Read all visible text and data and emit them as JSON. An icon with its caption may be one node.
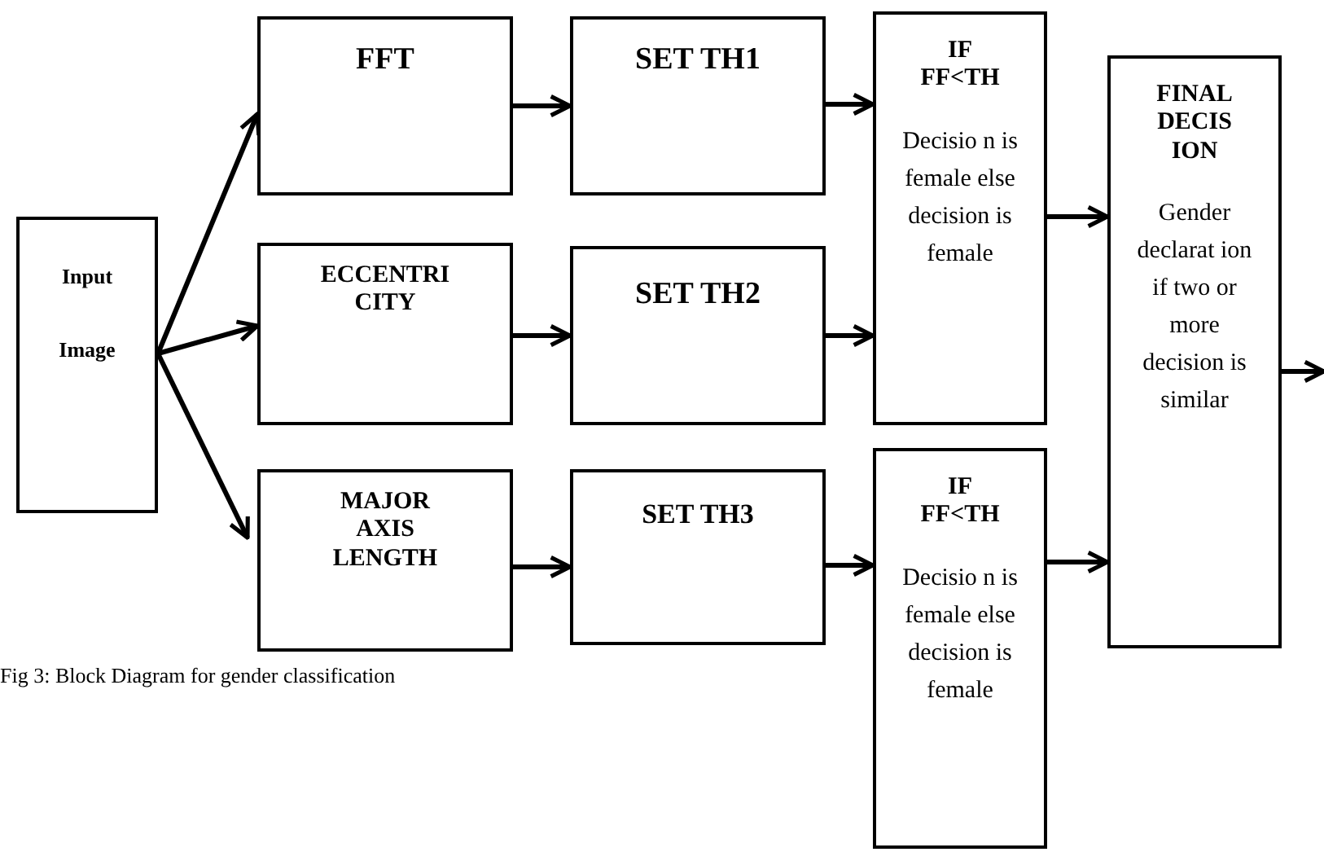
{
  "diagram": {
    "caption": "Fig 3: Block Diagram for gender classification",
    "nodes": [
      {
        "text": [
          "Input",
          "Image"
        ]
      },
      {
        "text": [
          "FFT"
        ]
      },
      {
        "text": [
          "ECCENTRI CITY"
        ]
      },
      {
        "text": [
          "MAJOR AXIS LENGTH"
        ]
      },
      {
        "text": [
          "SET TH1"
        ]
      },
      {
        "text": [
          "SET TH2"
        ]
      },
      {
        "text": [
          "SET TH3"
        ]
      },
      {
        "text": [
          "IF FF<TH",
          "Decisio n is female else decision is female"
        ]
      },
      {
        "text": [
          "IF FF<TH",
          "Decisio n is female else decision is female"
        ]
      },
      {
        "text": [
          "FINAL DECIS ION",
          "Gender declarat ion if two or more decision is similar"
        ]
      }
    ],
    "edges": [
      {
        "from": 0,
        "to": 1,
        "arrow": "to"
      },
      {
        "from": 0,
        "to": 2,
        "arrow": "to"
      },
      {
        "from": 0,
        "to": 3,
        "arrow": "to"
      },
      {
        "from": 1,
        "to": 4,
        "arrow": "to"
      },
      {
        "from": 2,
        "to": 5,
        "arrow": "to"
      },
      {
        "from": 3,
        "to": 6,
        "arrow": "to"
      },
      {
        "from": 4,
        "to": 7,
        "arrow": "to"
      },
      {
        "from": 5,
        "to": 7,
        "arrow": "to"
      },
      {
        "from": 6,
        "to": 8,
        "arrow": "to"
      },
      {
        "from": 7,
        "to": 9,
        "arrow": "to"
      },
      {
        "from": 8,
        "to": 9,
        "arrow": "to"
      },
      {
        "from": 9,
        "to": null,
        "arrow": "to"
      }
    ]
  }
}
